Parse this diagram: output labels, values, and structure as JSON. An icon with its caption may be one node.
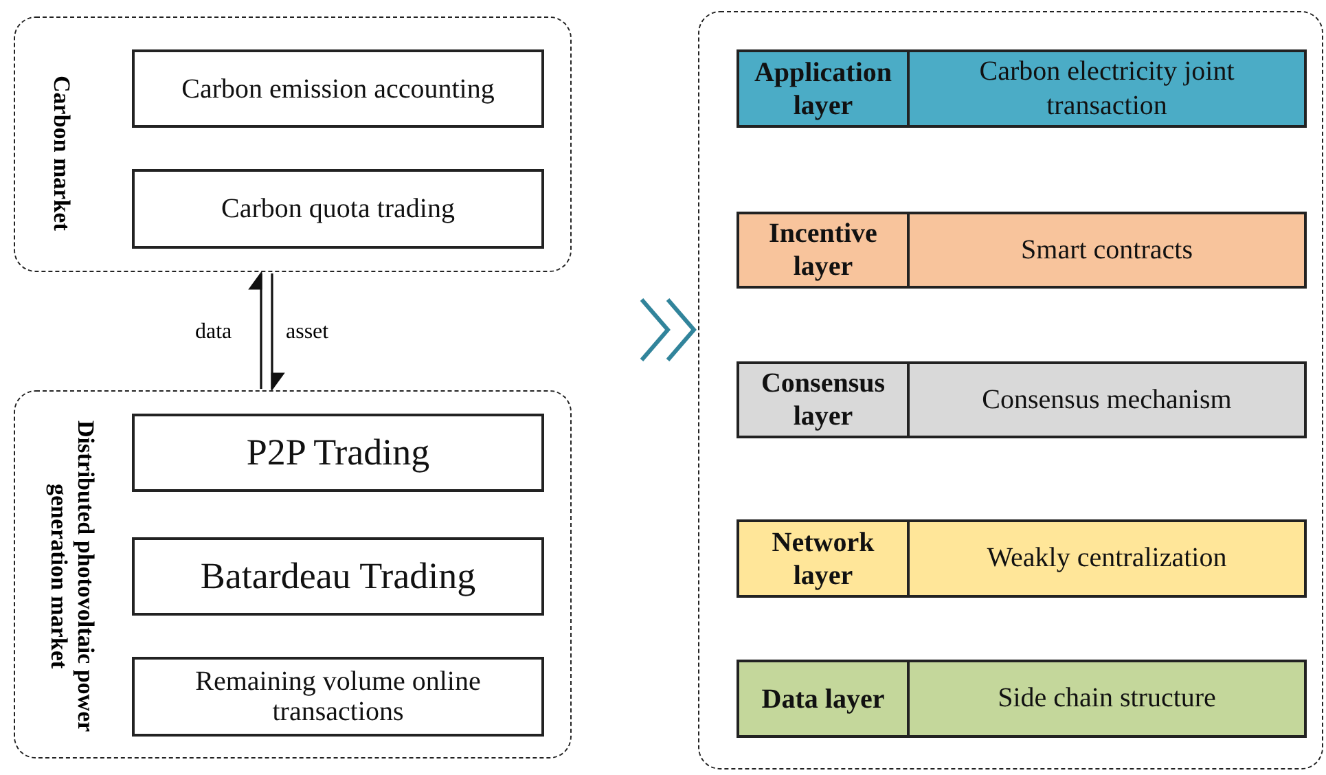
{
  "diagram": {
    "nodes": [
      {
        "text": [
          "Carbon market"
        ]
      },
      {
        "text": [
          "Carbon emission accounting"
        ],
        "in": 0
      },
      {
        "text": [
          "Carbon quota trading"
        ],
        "in": 0
      },
      {
        "text": [
          "Distributed photovoltaic power generation market"
        ]
      },
      {
        "text": [
          "P2P Trading"
        ],
        "in": 3
      },
      {
        "text": [
          "Batardeau Trading"
        ],
        "in": 3
      },
      {
        "text": [
          "Remaining volume online transactions"
        ],
        "in": 3
      },
      {
        "text": [],
        "shape": "box"
      },
      {
        "text": [
          "Application layer",
          "Carbon electricity joint transaction"
        ],
        "in": 7
      },
      {
        "text": [
          "Incentive layer",
          "Smart contracts"
        ],
        "in": 7
      },
      {
        "text": [
          "Consensus layer",
          "Consensus mechanism"
        ],
        "in": 7
      },
      {
        "text": [
          "Network layer",
          "Weakly centralization"
        ],
        "in": 7
      },
      {
        "text": [
          "Data layer",
          "Side chain structure"
        ],
        "in": 7
      }
    ],
    "edges": [
      {
        "from": 3,
        "to": 0,
        "arrow": "to",
        "label": "data"
      },
      {
        "from": 0,
        "to": 3,
        "arrow": "to",
        "label": "asset"
      },
      {
        "from": null,
        "to": 7,
        "arrow": "to",
        "color": "#31849b"
      }
    ]
  }
}
